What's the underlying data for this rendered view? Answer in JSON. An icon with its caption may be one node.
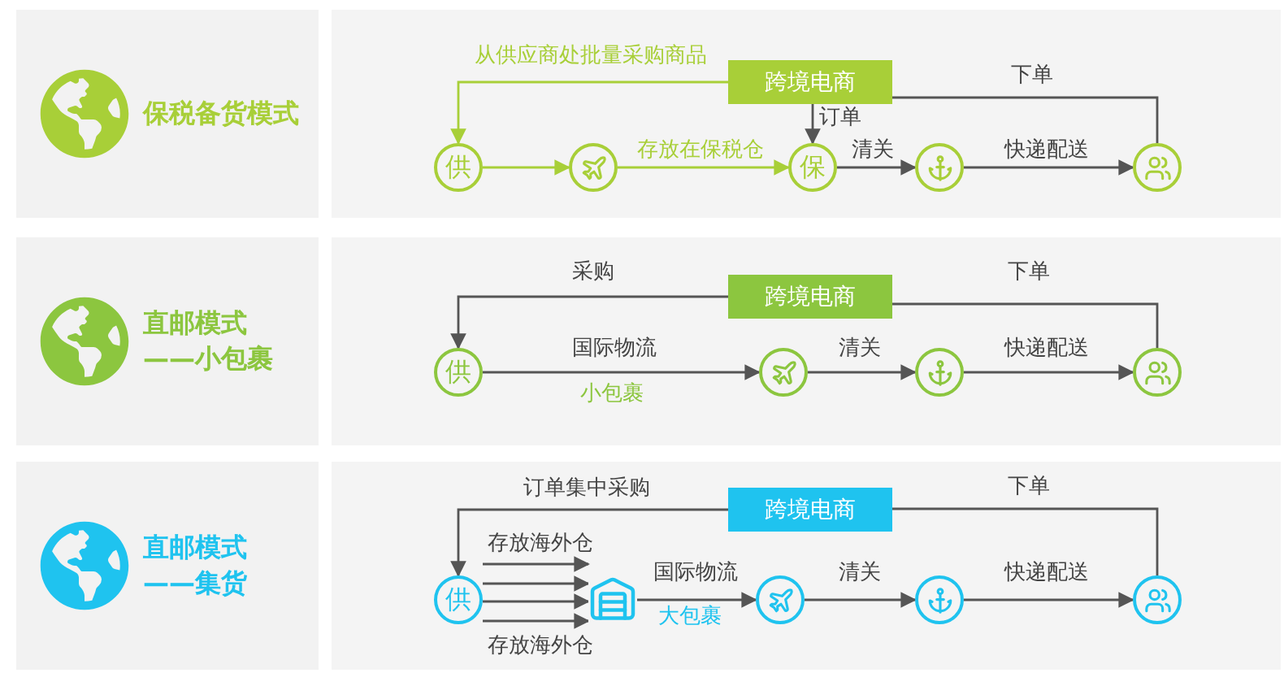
{
  "diagram": {
    "nodes": [
      {
        "text": [
          "保税备货模式"
        ]
      },
      {
        "text": [
          "跨境电商"
        ]
      },
      {
        "text": [
          "供"
        ]
      },
      {
        "text": [],
        "shape": "circle"
      },
      {
        "text": [
          "保"
        ]
      },
      {
        "text": [],
        "shape": "circle"
      },
      {
        "text": [],
        "shape": "circle"
      },
      {
        "text": [
          "直邮模式",
          "——小包裹"
        ]
      },
      {
        "text": [
          "跨境电商"
        ]
      },
      {
        "text": [
          "供"
        ]
      },
      {
        "text": [],
        "shape": "circle"
      },
      {
        "text": [],
        "shape": "circle"
      },
      {
        "text": [],
        "shape": "circle"
      },
      {
        "text": [
          "直邮模式",
          "——集货"
        ]
      },
      {
        "text": [
          "跨境电商"
        ]
      },
      {
        "text": [
          "供"
        ]
      },
      {
        "text": [],
        "shape": "picture"
      },
      {
        "text": [],
        "shape": "circle"
      },
      {
        "text": [],
        "shape": "circle"
      },
      {
        "text": [],
        "shape": "circle"
      }
    ],
    "edges": [
      {
        "from": 1,
        "to": 2,
        "arrow": "to",
        "label": "从供应商处批量采购商品",
        "color": "#a8cf38"
      },
      {
        "from": 2,
        "to": 3,
        "arrow": "to",
        "color": "#a8cf38"
      },
      {
        "from": 3,
        "to": 4,
        "arrow": "to",
        "label": "存放在保税仓",
        "color": "#a8cf38"
      },
      {
        "from": 1,
        "to": 4,
        "arrow": "to",
        "label": "订单"
      },
      {
        "from": 4,
        "to": 5,
        "arrow": "to",
        "label": "清关"
      },
      {
        "from": 5,
        "to": 6,
        "arrow": "to",
        "label": "快递配送"
      },
      {
        "from": 6,
        "to": 1,
        "arrow": "none",
        "label": "下单"
      },
      {
        "from": 8,
        "to": 9,
        "arrow": "to",
        "label": "采购"
      },
      {
        "from": 9,
        "to": 10,
        "arrow": "to",
        "label": "国际物流"
      },
      {
        "from": 10,
        "to": 11,
        "arrow": "to",
        "label": "清关"
      },
      {
        "from": 11,
        "to": 12,
        "arrow": "to",
        "label": "快递配送"
      },
      {
        "from": 12,
        "to": 8,
        "arrow": "none",
        "label": "下单"
      },
      {
        "from": 14,
        "to": 15,
        "arrow": "to",
        "label": "订单集中采购"
      },
      {
        "from": 15,
        "to": 16,
        "arrow": "to",
        "label": "存放海外仓"
      },
      {
        "from": 15,
        "to": 16,
        "arrow": "to"
      },
      {
        "from": 15,
        "to": 16,
        "arrow": "to"
      },
      {
        "from": 15,
        "to": 16,
        "arrow": "to",
        "label": "存放海外仓"
      },
      {
        "from": 16,
        "to": 17,
        "arrow": "to",
        "label": "国际物流"
      },
      {
        "from": 17,
        "to": 18,
        "arrow": "to",
        "label": "清关"
      },
      {
        "from": 18,
        "to": 19,
        "arrow": "to",
        "label": "快递配送"
      },
      {
        "from": 19,
        "to": 14,
        "arrow": "none",
        "label": "下单"
      }
    ],
    "labels": [
      "小包裹",
      "大包裹"
    ]
  }
}
